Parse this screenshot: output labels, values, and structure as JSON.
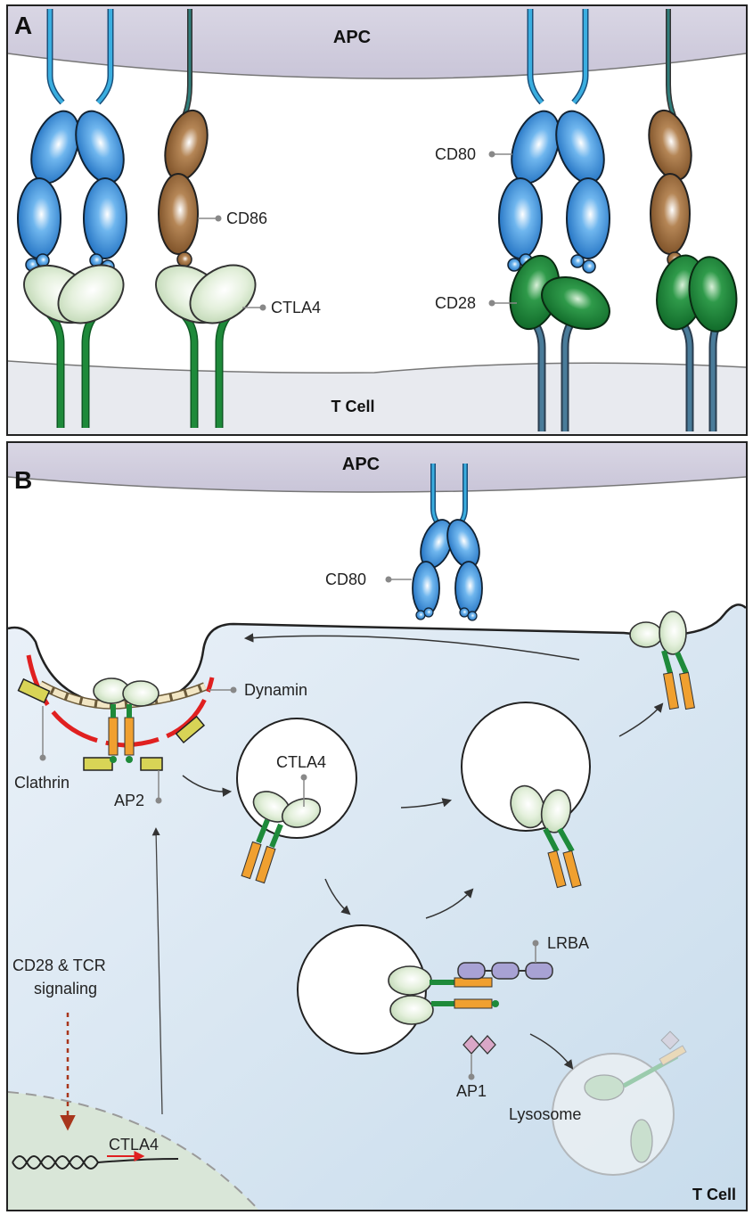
{
  "panel_a": {
    "letter": "A",
    "apc_label": "APC",
    "tcell_label": "T Cell",
    "labels": {
      "cd86": "CD86",
      "ctla4": "CTLA4",
      "cd80": "CD80",
      "cd28": "CD28"
    }
  },
  "panel_b": {
    "letter": "B",
    "apc_label": "APC",
    "tcell_label": "T Cell",
    "labels": {
      "cd80": "CD80",
      "dynamin": "Dynamin",
      "clathrin": "Clathrin",
      "ap2": "AP2",
      "ctla4": "CTLA4",
      "lrba": "LRBA",
      "ap1": "AP1",
      "lysosome": "Lysosome",
      "signaling_line1": "CD28 & TCR",
      "signaling_line2": "signaling",
      "gene": "CTLA4"
    }
  },
  "colors": {
    "cd80_blue": "#2f86d8",
    "cd86_brown": "#8a5a2e",
    "ctla4_pale_green": "#d8ead0",
    "cd28_dark_green": "#1e7a34",
    "membrane_green": "#1e8a3a",
    "clathrin_red": "#e02020",
    "lrba_purple": "#a8a2d4",
    "ap1_pink": "#d9a7c7",
    "motif_orange": "#f0a030"
  }
}
